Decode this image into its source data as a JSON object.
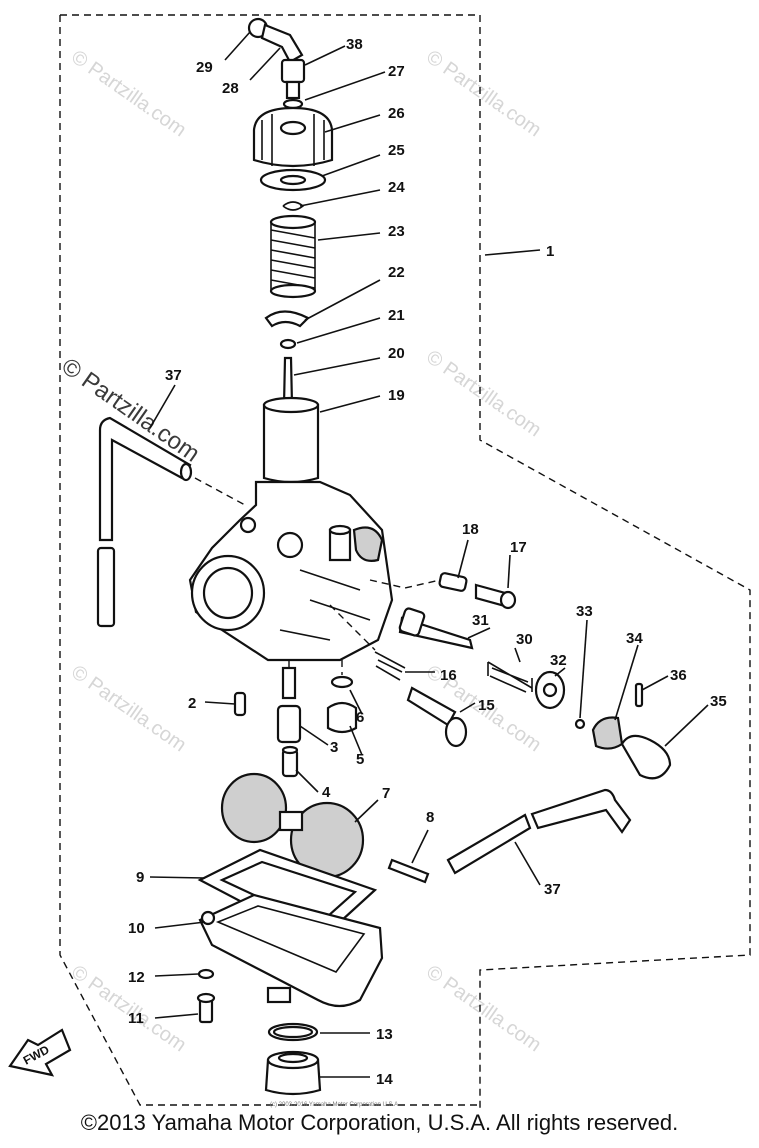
{
  "diagram": {
    "part_labels": {
      "p1": "1",
      "p2": "2",
      "p3": "3",
      "p4": "4",
      "p5": "5",
      "p6": "6",
      "p7": "7",
      "p8": "8",
      "p9": "9",
      "p10": "10",
      "p11": "11",
      "p12": "12",
      "p13": "13",
      "p14": "14",
      "p15": "15",
      "p16": "16",
      "p17": "17",
      "p18": "18",
      "p19": "19",
      "p20": "20",
      "p21": "21",
      "p22": "22",
      "p23": "23",
      "p24": "24",
      "p25": "25",
      "p26": "26",
      "p27": "27",
      "p28": "28",
      "p29": "29",
      "p30": "30",
      "p31": "31",
      "p32": "32",
      "p33": "33",
      "p34": "34",
      "p35": "35",
      "p36": "36",
      "p37a": "37",
      "p37b": "37",
      "p38": "38"
    },
    "fwd_label": "FWD",
    "watermark": "© Partzilla.com",
    "watermark_faded": "© Partzilla.com",
    "inner_copyright": "(c) 2003-2016 Yamaha Motor Corporation U.S.A."
  },
  "footer": {
    "copyright": "©2013 Yamaha Motor Corporation, U.S.A. All rights reserved."
  }
}
